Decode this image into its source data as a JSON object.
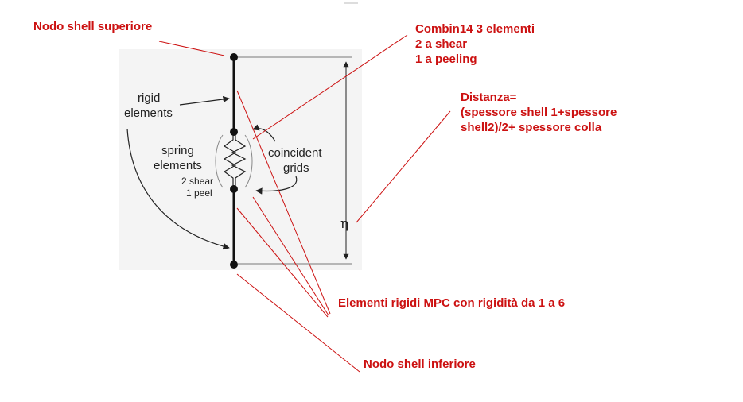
{
  "colors": {
    "annotation": "#cc1111",
    "diagram": "#111111",
    "panel": "#f4f4f4"
  },
  "annotations": {
    "nodo_superiore": "Nodo shell superiore",
    "combin_line1": "Combin14 3 elementi",
    "combin_line2": "2 a shear",
    "combin_line3": "1 a peeling",
    "distanza_line1": "Distanza=",
    "distanza_line2": "(spessore shell 1+spessore",
    "distanza_line3": "shell2)/2+ spessore colla",
    "elementi_rigidi": "Elementi rigidi MPC con rigidità da 1 a 6",
    "nodo_inferiore": "Nodo shell inferiore"
  },
  "diagram_labels": {
    "rigid_line1": "rigid",
    "rigid_line2": "elements",
    "spring_line1": "spring",
    "spring_line2": "elements",
    "shear": "2 shear",
    "peel": "1 peel",
    "coincident_line1": "coincident",
    "coincident_line2": "grids",
    "eta": "η"
  }
}
